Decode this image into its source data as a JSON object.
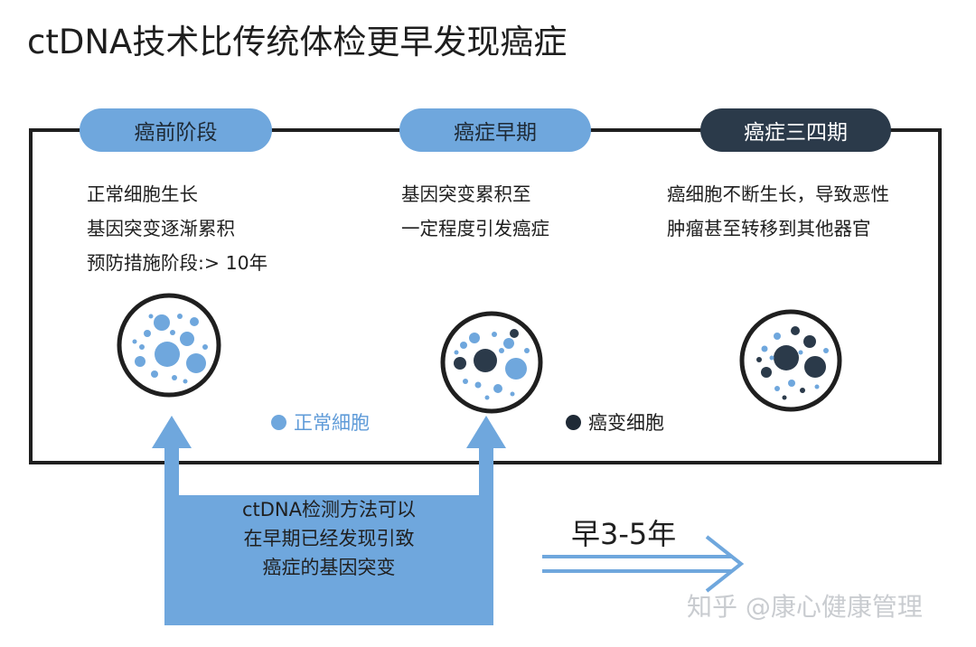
{
  "title": "ctDNA技术比传统体检更早发现癌症",
  "stages": [
    {
      "label": "癌前阶段",
      "lines": [
        "正常细胞生长",
        "基因突变逐渐累积",
        "预防措施阶段:> 10年"
      ]
    },
    {
      "label": "癌症早期",
      "lines": [
        "基因突变累积至",
        "一定程度引发癌症"
      ]
    },
    {
      "label": "癌症三四期",
      "lines": [
        "癌细胞不断生长，导致恶性",
        "肿瘤甚至转移到其他器官"
      ]
    }
  ],
  "legend": {
    "normal": "正常細胞",
    "cancer": "癌变细胞"
  },
  "callout": [
    "ctDNA检测方法可以",
    "在早期已经发现引致",
    "癌症的基因突变"
  ],
  "gain": "早3-5年",
  "watermark": "知乎 @康心健康管理",
  "colors": {
    "blue": "#6fa7dd",
    "light_blue": "#9cc3ea",
    "dark": "#2b3a4a",
    "line": "#1f1f1f"
  }
}
